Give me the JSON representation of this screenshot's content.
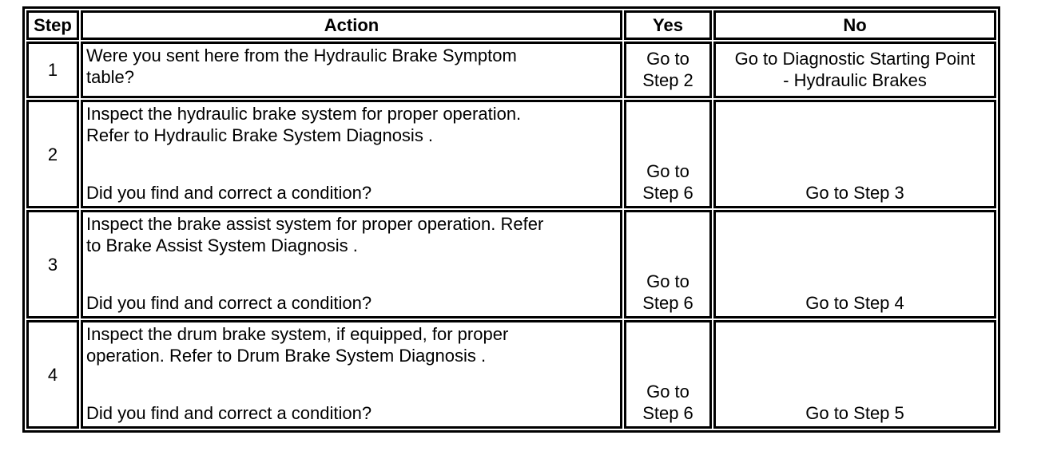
{
  "table": {
    "background": "#ffffff",
    "border_color": "#000000",
    "headers": {
      "step": "Step",
      "action": "Action",
      "yes": "Yes",
      "no": "No"
    },
    "rows": [
      {
        "step": "1",
        "action": "Were you sent here from the Hydraulic Brake Symptom\ntable?",
        "question": "",
        "yes": "Go to\nStep 2",
        "no": "Go to Diagnostic Starting Point\n- Hydraulic Brakes"
      },
      {
        "step": "2",
        "action": "Inspect the hydraulic brake system for proper operation.\nRefer to Hydraulic Brake System Diagnosis .",
        "question": "Did you find and correct a condition?",
        "yes": "Go to\nStep 6",
        "no": "Go to Step 3"
      },
      {
        "step": "3",
        "action": "Inspect the brake assist system for proper operation. Refer\nto Brake Assist System Diagnosis .",
        "question": "Did you find and correct a condition?",
        "yes": "Go to\nStep 6",
        "no": "Go to Step 4"
      },
      {
        "step": "4",
        "action": "Inspect the drum brake system, if equipped, for proper\noperation. Refer to Drum Brake System Diagnosis .",
        "question": "Did you find and correct a condition?",
        "yes": "Go to\nStep 6",
        "no": "Go to Step 5"
      }
    ]
  }
}
